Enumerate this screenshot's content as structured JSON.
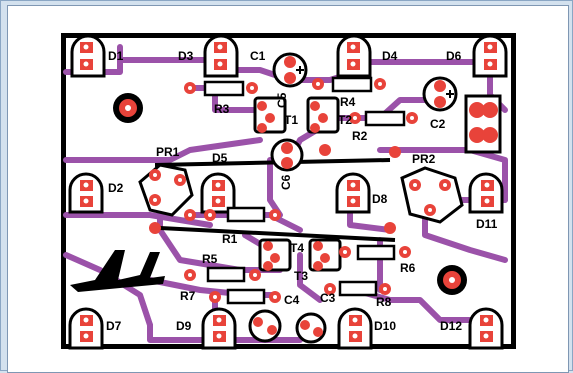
{
  "board": {
    "labels": {
      "D1": "D1",
      "D3": "D3",
      "C1": "C1",
      "D4": "D4",
      "D6": "D6",
      "R3": "R3",
      "R4": "R4",
      "R2": "R2",
      "C2": "C2",
      "C5": "C5",
      "T1": "T1",
      "T2": "T2",
      "PR1": "PR1",
      "D5": "D5",
      "PR2": "PR2",
      "D2": "D2",
      "D8": "D8",
      "D11": "D11",
      "R1": "R1",
      "R5": "R5",
      "R6": "R6",
      "R7": "R7",
      "T3": "T3",
      "T4": "T4",
      "C3": "C3",
      "C4": "C4",
      "R8": "R8",
      "D7": "D7",
      "D9": "D9",
      "D10": "D10",
      "D12": "D12",
      "C6": "C6",
      "logo": "AT"
    },
    "colors": {
      "background": "#d3e1ee",
      "panel": "#ffffff",
      "board": "#000000",
      "trace": "#9b52a9",
      "pad": "#e8433a",
      "pad_hole": "#ffffff",
      "silk": "#000000"
    }
  }
}
